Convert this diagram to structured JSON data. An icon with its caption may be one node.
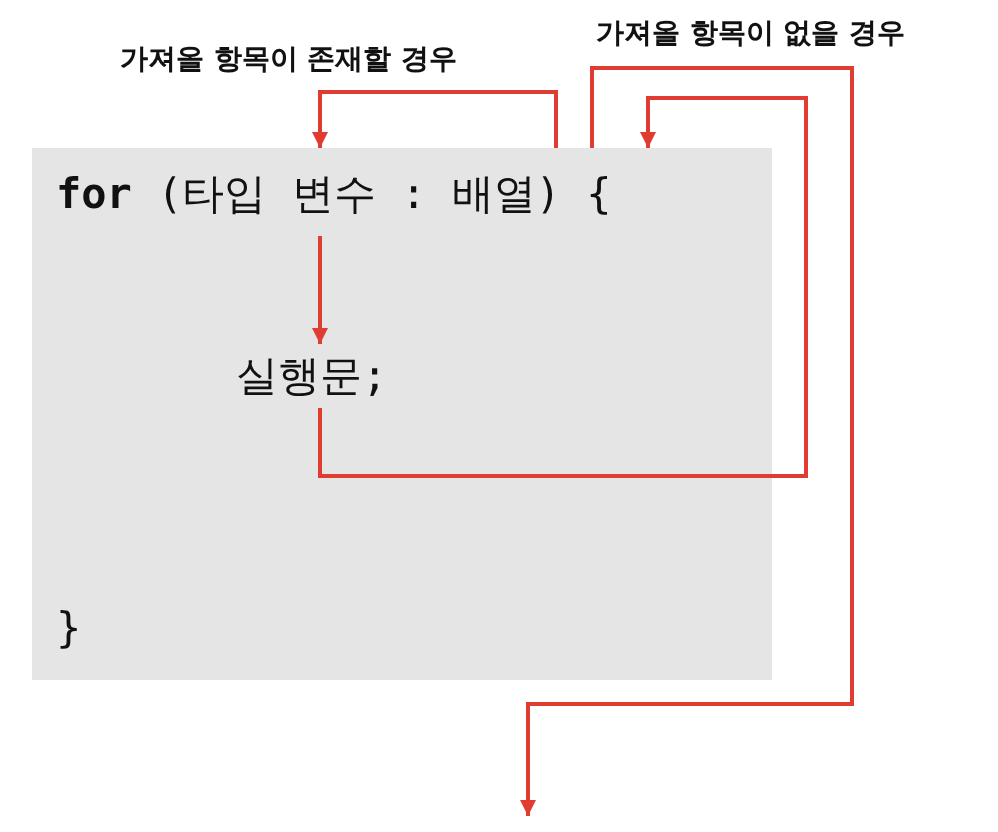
{
  "diagram": {
    "nodes": [
      {
        "text": [],
        "shape": "box"
      },
      {
        "text": [
          "**for** (타입 변수 : 배열) {"
        ],
        "in": 0
      },
      {
        "text": [
          "실행문;"
        ],
        "in": 0
      },
      {
        "text": [
          "}"
        ],
        "in": 0
      }
    ],
    "edges": [
      {
        "from": 1,
        "to": 1,
        "arrow": "to",
        "label": "가져올 항목이 존재할 경우"
      },
      {
        "from": 1,
        "to": 2,
        "arrow": "to"
      },
      {
        "from": 2,
        "to": 1,
        "arrow": "to"
      },
      {
        "from": 1,
        "to": null,
        "arrow": "to",
        "label": "가져올 항목이 없을 경우"
      }
    ]
  }
}
